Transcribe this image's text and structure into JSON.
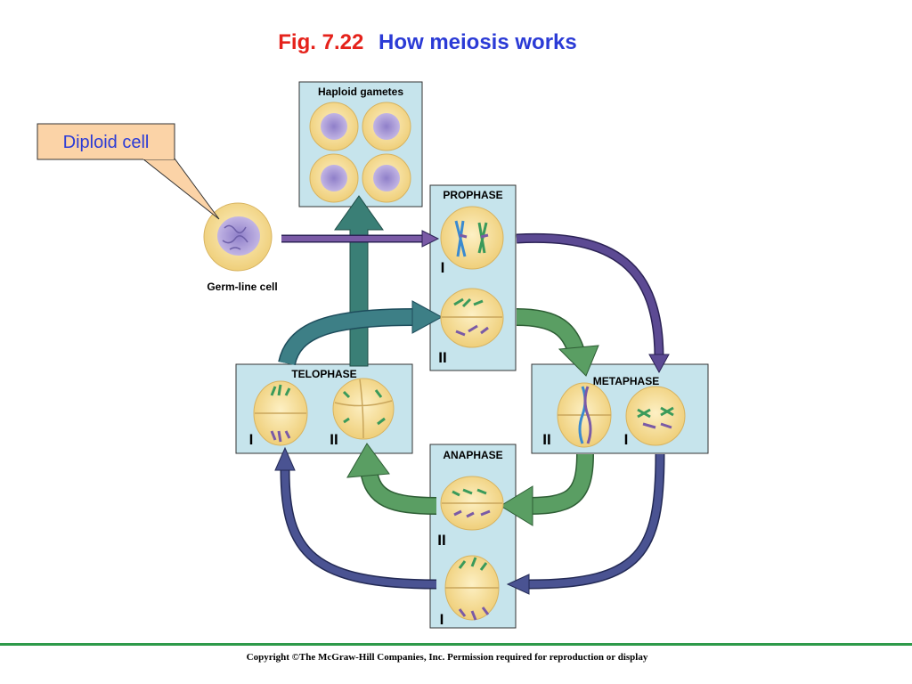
{
  "title": {
    "fig_number": "Fig. 7.22",
    "text": "How meiosis works"
  },
  "callout": {
    "text": "Diploid cell"
  },
  "germ_cell": {
    "label": "Germ-line cell"
  },
  "panels": {
    "haploid": {
      "title": "Haploid gametes"
    },
    "prophase": {
      "title": "PROPHASE",
      "roman_top": "I",
      "roman_bottom": "II"
    },
    "metaphase": {
      "title": "METAPHASE",
      "roman_left": "II",
      "roman_right": "I"
    },
    "anaphase": {
      "title": "ANAPHASE",
      "roman_top": "II",
      "roman_bottom": "I"
    },
    "telophase": {
      "title": "TELOPHASE",
      "roman_left": "I",
      "roman_right": "II"
    }
  },
  "colors": {
    "panel_fill": "#c6e4ec",
    "cell_fill": "#f6df9a",
    "nucleus": "#a99ad6",
    "purple_arrow": "#5c4a93",
    "green_arrow": "#5a9e63",
    "teal_arrow": "#3a7f76",
    "navy_arrow": "#4a5392",
    "callout_fill": "#fbd3a7"
  },
  "footer": {
    "copyright": "Copyright ©The McGraw-Hill Companies, Inc. Permission required for reproduction or display"
  }
}
